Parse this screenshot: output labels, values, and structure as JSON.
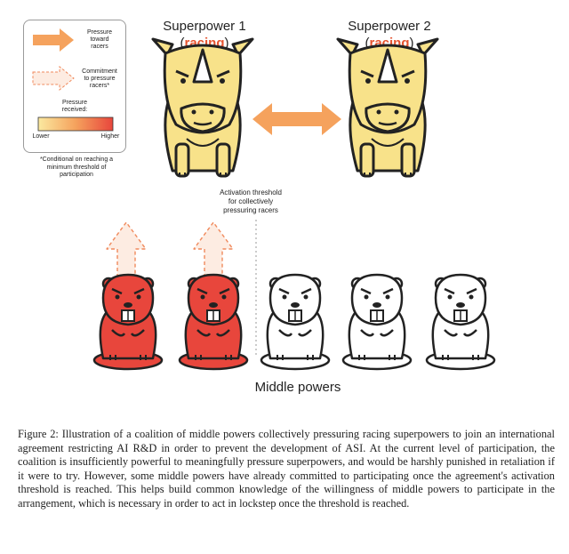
{
  "legend": {
    "pressure_arrow_label": [
      "Pressure",
      "toward",
      "racers"
    ],
    "commitment_arrow_label": [
      "Commitment",
      "to pressure",
      "racers*"
    ],
    "pressure_received_label": [
      "Pressure",
      "received:"
    ],
    "scale_low": "Lower",
    "scale_high": "Higher",
    "footnote": [
      "*Conditional on reaching a",
      "minimum threshold of",
      "participation"
    ]
  },
  "superpowers": [
    {
      "title": "Superpower 1",
      "status": "racing"
    },
    {
      "title": "Superpower 2",
      "status": "racing"
    }
  ],
  "threshold_label": [
    "Activation threshold",
    "for collectively",
    "pressuring racers"
  ],
  "middle_powers_label": "Middle powers",
  "caption": "Figure 2: Illustration of a coalition of middle powers collectively pressuring racing superpowers to join an international agreement restricting AI R&D in order to prevent the development of ASI. At the current level of participation, the coalition is insufficiently powerful to meaningfully pressure superpowers, and would be harshly punished in retaliation if it were to try. However, some middle powers have already committed to participating once the agreement's activation threshold is reached. This helps build common knowledge of the willingness of middle powers to participate in the arrangement, which is necessary in order to act in lockstep once the threshold is reached.",
  "colors": {
    "pressure_arrow": "#f5a25d",
    "commitment_arrow_fill": "#fdece2",
    "commitment_arrow_stroke": "#f08a5d",
    "superpower_fill": "#f8e28a",
    "committed_fill": "#e8463c",
    "uncommitted_fill": "#ffffff",
    "scale_low": "#fbe9a0",
    "scale_high": "#e8463c",
    "racing_text": "#e5532f"
  },
  "icons": [
    "rhino-icon",
    "beaver-icon",
    "double-arrow-icon",
    "dashed-up-arrow-icon"
  ]
}
